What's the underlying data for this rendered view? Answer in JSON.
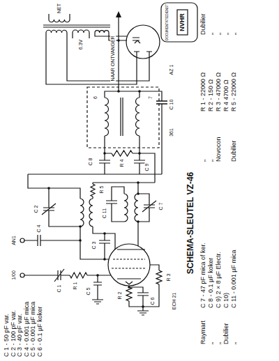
{
  "diagram": {
    "title": "SCHEMA-SLEUTEL VZ-46",
    "labels": [
      "DOCUMENTATIEDIENST",
      "NVHR",
      "NET",
      "6.3V",
      "NAAR ONTVANGER",
      "AZ 1",
      "361",
      "7",
      "6",
      "C 8",
      "C 9",
      "R 4",
      "C 10",
      "ECH 21",
      "C 7",
      "C 11",
      "C 2",
      "C 3",
      "R 5",
      "R 2",
      "R 3",
      "C 6",
      "C 5",
      "R 1",
      "C 4",
      "C 1",
      "AN1",
      "1/00",
      "C 1 - 50 pF var.",
      "C 2 - 100 pF var.",
      "C 3 - 40 pF var.",
      "C 4 - 0.001 µF mica",
      "C 5 - 0.001 µF mica",
      "C 6 - 0.1 µF koker",
      "Raymart",
      "C 7 - 47 pF mica of ker.",
      "„",
      "„",
      "C 8 - 0.1 µF koker",
      "„",
      "„",
      "C 9) 2 × 8 µF Electr.",
      "Novocon",
      "Dubilier",
      "C 10)",
      "„",
      "C 11 - 0.001 µF mica",
      "Dubilier",
      "R 1 - 22000 Ω",
      "Dubilier",
      "R 2 - 150 Ω",
      "„",
      "R 3 - 47000 Ω",
      "„",
      "R 4 4700 Ω",
      "„",
      "R 5 - 22000 Ω",
      "„"
    ]
  }
}
